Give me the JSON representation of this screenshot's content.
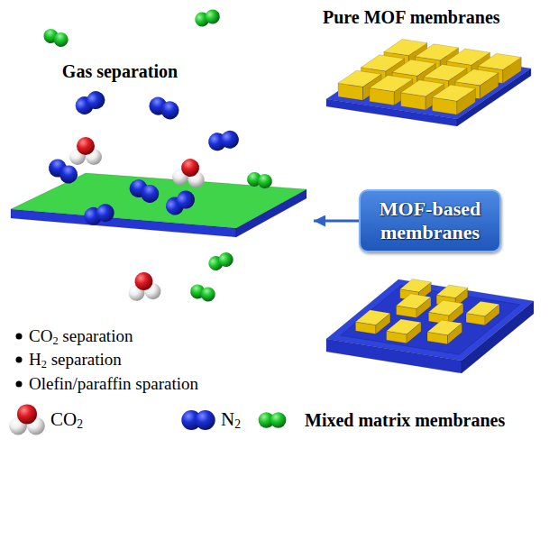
{
  "diagram": {
    "nodes": [
      {
        "text": [
          "Gas separation"
        ]
      },
      {
        "text": [
          "MOF-based membranes"
        ]
      }
    ],
    "edges": [
      {
        "from": 1,
        "to": 0,
        "arrow": "to"
      }
    ],
    "labels": [
      "Pure MOF membranes",
      "CO2 separation",
      "H2 separation",
      "Olefin/paraffin sparation",
      "Mixed matrix membranes"
    ],
    "legend": [
      {
        "text": "CO2"
      },
      {
        "text": "N2"
      }
    ]
  }
}
